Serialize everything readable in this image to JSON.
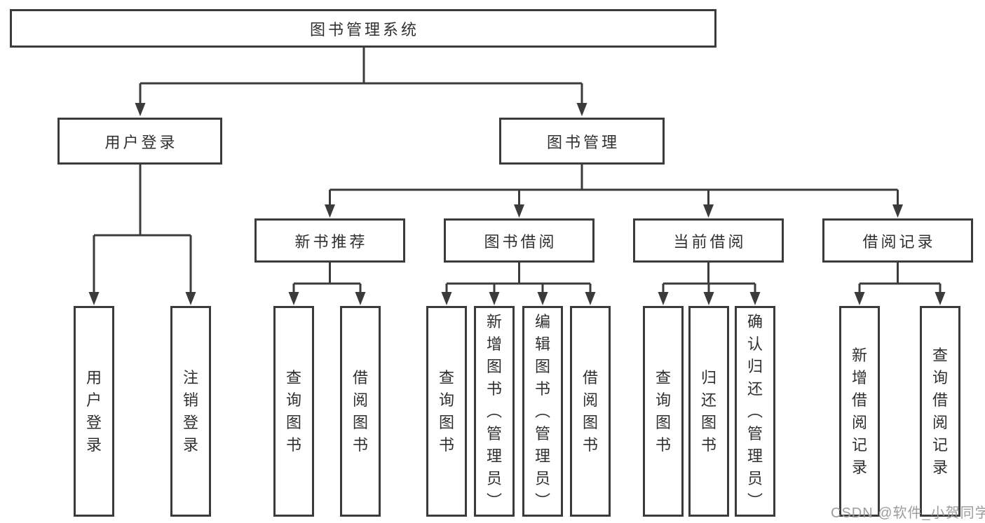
{
  "tree": {
    "label": "图书管理系统",
    "children": [
      {
        "label": "用户登录",
        "children": [
          {
            "label": "用户登录"
          },
          {
            "label": "注销登录"
          }
        ]
      },
      {
        "label": "图书管理",
        "children": [
          {
            "label": "新书推荐",
            "children": [
              {
                "label": "查询图书"
              },
              {
                "label": "借阅图书"
              }
            ]
          },
          {
            "label": "图书借阅",
            "children": [
              {
                "label": "查询图书"
              },
              {
                "label": "新增图书（管理员）"
              },
              {
                "label": "编辑图书（管理员）"
              },
              {
                "label": "借阅图书"
              }
            ]
          },
          {
            "label": "当前借阅",
            "children": [
              {
                "label": "查询图书"
              },
              {
                "label": "归还图书"
              },
              {
                "label": "确认归还（管理员）"
              }
            ]
          },
          {
            "label": "借阅记录",
            "children": [
              {
                "label": "新增借阅记录"
              },
              {
                "label": "查询借阅记录"
              }
            ]
          }
        ]
      }
    ]
  },
  "watermark": {
    "text": "CSDN @软件_小贺同学",
    "color": "#9c9c9c"
  },
  "colors": {
    "line": "#3b3b3b",
    "text": "#303030",
    "background": "#ffffff"
  }
}
